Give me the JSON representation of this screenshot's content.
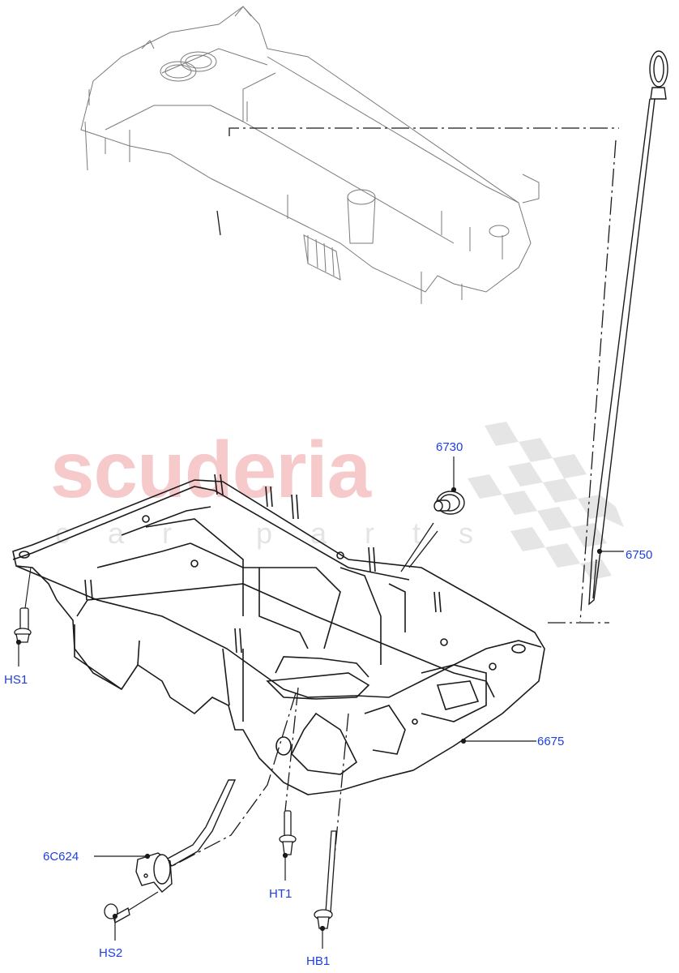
{
  "diagram": {
    "type": "exploded-parts-diagram",
    "subject": "Oil pan / sump with dipstick, oil level sensor and valve cover",
    "label_color": "#1f3fe0",
    "line_color": "#1a1a1a",
    "watermark": {
      "brand": "scuderia",
      "tagline": "car parts",
      "brand_color": "#f6c9cb",
      "tagline_color": "#e4e4e4"
    },
    "callouts": [
      {
        "id": "6730",
        "label": "6730",
        "part": "drain plug"
      },
      {
        "id": "6750",
        "label": "6750",
        "part": "dipstick"
      },
      {
        "id": "6675",
        "label": "6675",
        "part": "oil pan"
      },
      {
        "id": "HS1",
        "label": "HS1",
        "part": "bolt"
      },
      {
        "id": "6C624",
        "label": "6C624",
        "part": "oil level sensor"
      },
      {
        "id": "HT1",
        "label": "HT1",
        "part": "stud bolt"
      },
      {
        "id": "HS2",
        "label": "HS2",
        "part": "bolt"
      },
      {
        "id": "HB1",
        "label": "HB1",
        "part": "long bolt"
      }
    ]
  }
}
